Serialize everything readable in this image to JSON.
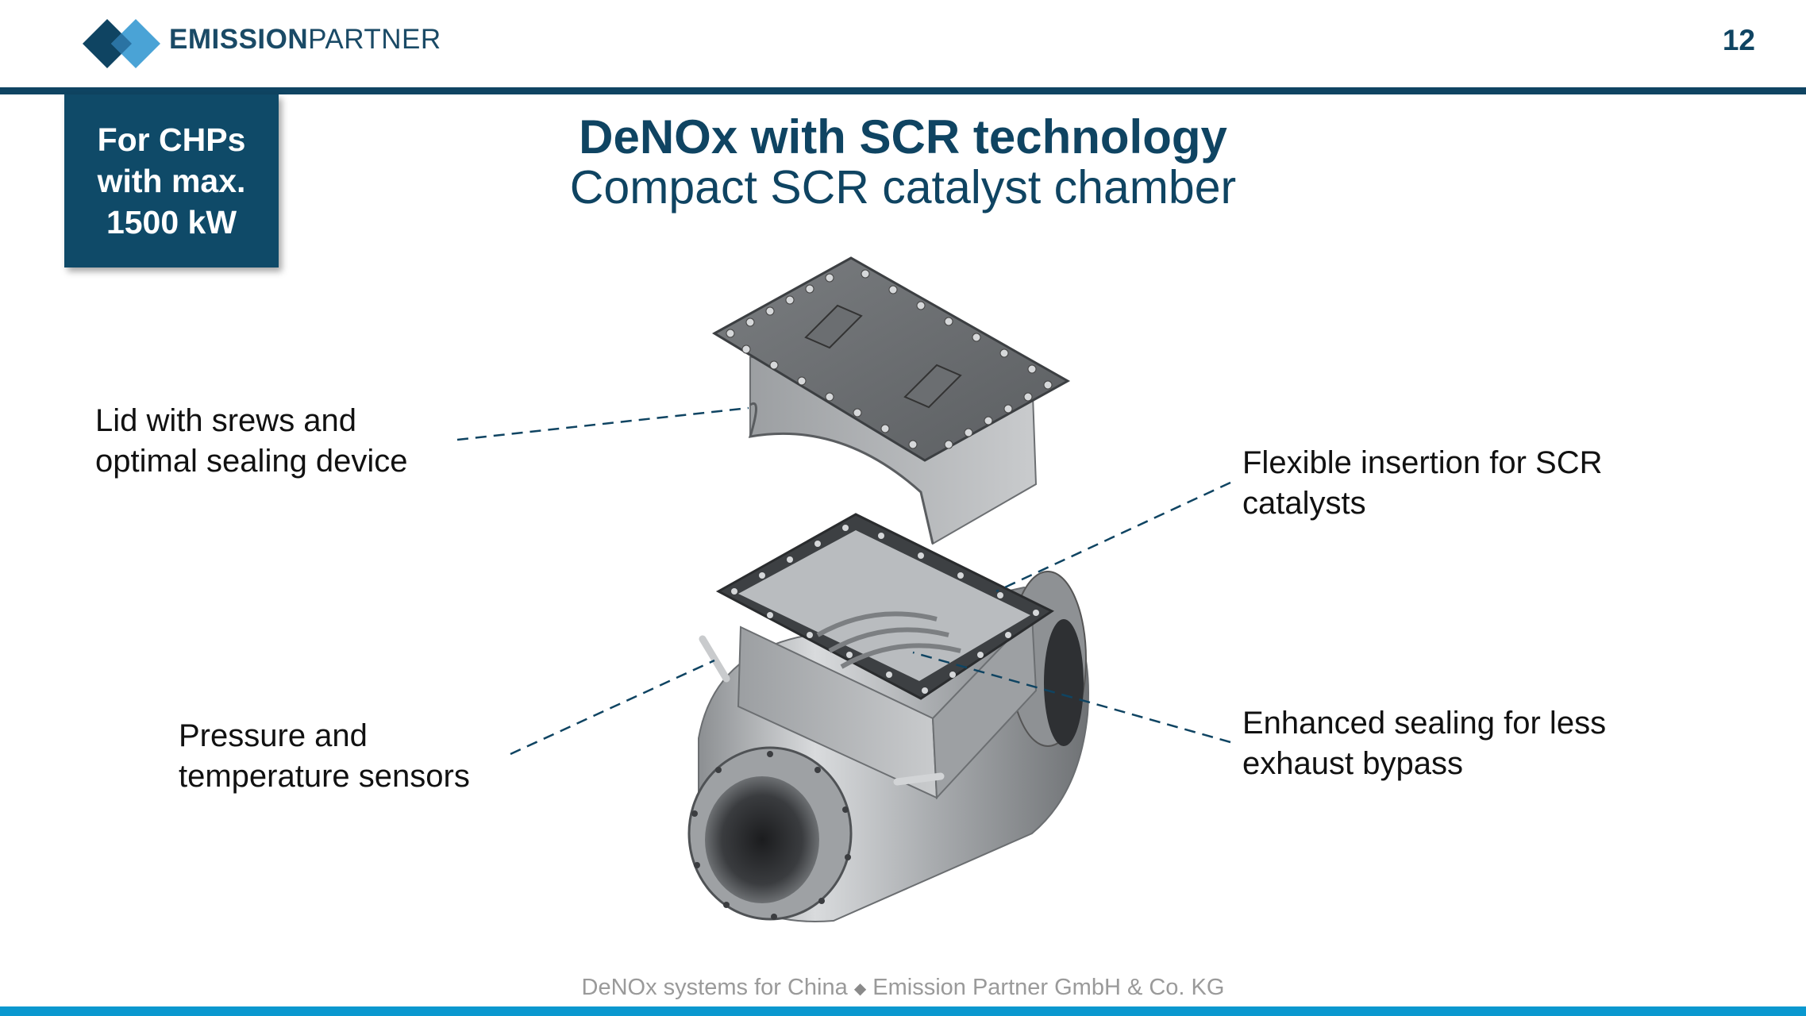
{
  "header": {
    "brand_bold": "EMISSION",
    "brand_light": "PARTNER",
    "page_number": "12"
  },
  "badge": {
    "line1": "For CHPs",
    "line2": "with max.",
    "line3": "1500 kW"
  },
  "title": "DeNOx with SCR technology",
  "subtitle": "Compact SCR catalyst chamber",
  "callouts": {
    "lid": [
      "Lid with srews and",
      "optimal sealing device"
    ],
    "sensors": [
      "Pressure and",
      "temperature sensors"
    ],
    "insertion": [
      "Flexible insertion for SCR",
      "catalysts"
    ],
    "sealing": [
      "Enhanced sealing for less",
      "exhaust bypass"
    ]
  },
  "footer": {
    "left": "DeNOx systems for China",
    "separator": "◆",
    "right": "Emission Partner GmbH & Co. KG"
  },
  "colors": {
    "primary": "#0f4462",
    "accent": "#0a98cf",
    "logo_light": "#4aa3d6"
  }
}
